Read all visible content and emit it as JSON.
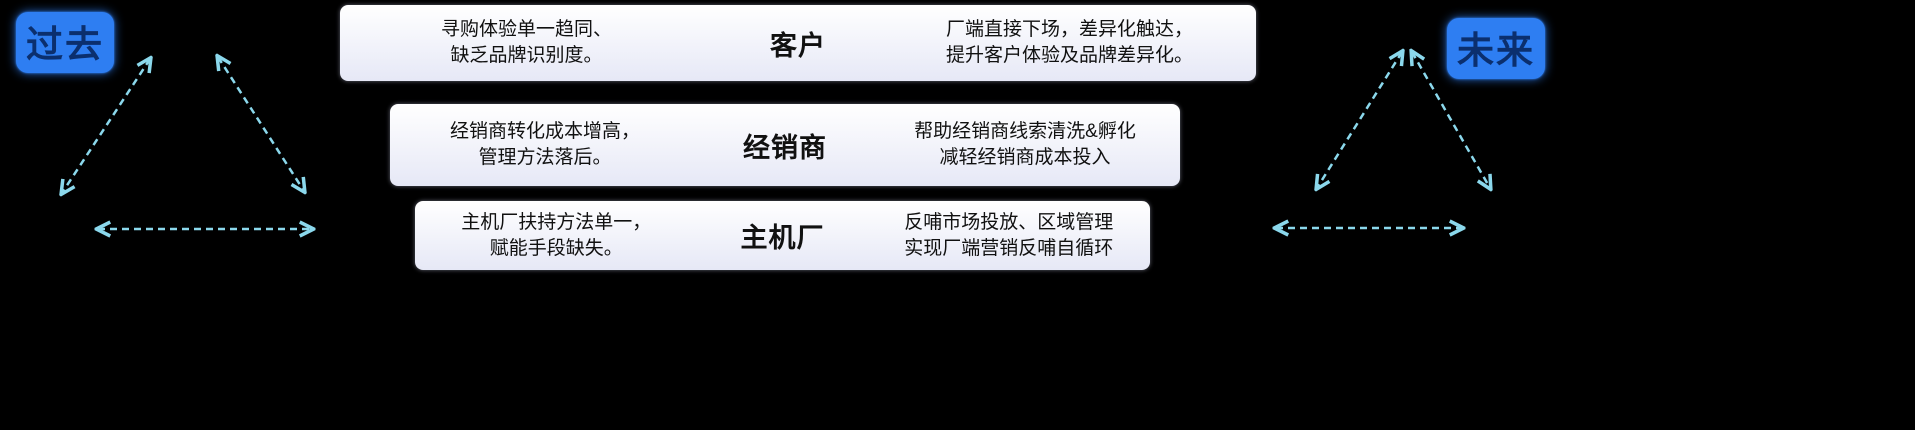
{
  "colors": {
    "background": "#000000",
    "arrow": "#8bd8ec",
    "label_bg": "#2e7ef2",
    "label_text": "#0b2f6e",
    "box_bg_top": "#ffffff",
    "box_bg_bottom": "#e6e8f6",
    "box_text": "#111111"
  },
  "past_label": "过去",
  "future_label": "未来",
  "rows": [
    {
      "center": "客户",
      "left": [
        "寻购体验单一趋同、",
        "缺乏品牌识别度。"
      ],
      "right": [
        "厂端直接下场，差异化触达，",
        "提升客户体验及品牌差异化。"
      ]
    },
    {
      "center": "经销商",
      "left": [
        "经销商转化成本增高，",
        "管理方法落后。"
      ],
      "right": [
        "帮助经销商线索清洗&孵化",
        "减轻经销商成本投入"
      ]
    },
    {
      "center": "主机厂",
      "left": [
        "主机厂扶持方法单一，",
        "赋能手段缺失。"
      ],
      "right": [
        "反哺市场投放、区域管理",
        "实现厂端营销反哺自循环"
      ]
    }
  ]
}
